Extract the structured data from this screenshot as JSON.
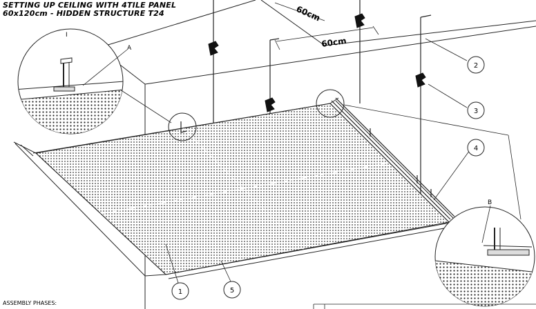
{
  "title": {
    "line1": "SETTING UP CEILING WITH 4TILE PANEL",
    "line2": "60x120cm - HIDDEN STRUCTURE T24"
  },
  "dimensions": {
    "d60_top": "60cm",
    "d60_mid": "60cm"
  },
  "detail_labels": {
    "i": "I",
    "a": "A",
    "b": "B"
  },
  "callouts": [
    {
      "id": "c1",
      "label": "1"
    },
    {
      "id": "c2",
      "label": "2"
    },
    {
      "id": "c3",
      "label": "3"
    },
    {
      "id": "c4",
      "label": "4"
    },
    {
      "id": "c5",
      "label": "5"
    }
  ],
  "footer": {
    "phases": "ASSEMBLY PHASES:"
  }
}
